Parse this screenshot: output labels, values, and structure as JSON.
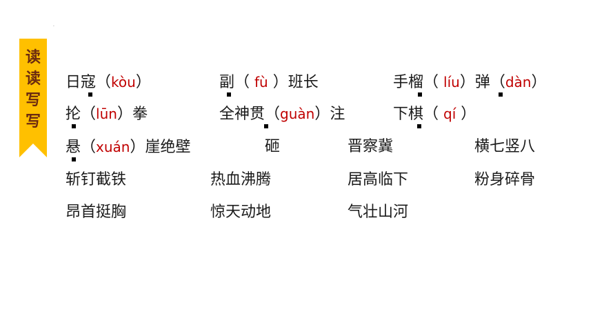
{
  "banner": {
    "chars": [
      "读",
      "读",
      "写",
      "写"
    ],
    "color": "#ffc000"
  },
  "mark": ".",
  "row1": {
    "w1": {
      "word": "日寇",
      "pinyin": "kòu"
    },
    "w2": {
      "pre": "副",
      "pinyin": "fù",
      "post": "班长"
    },
    "w3": {
      "pre": "手榴",
      "pinyin": "líu",
      "post": "弹"
    },
    "w4": {
      "pinyin": "dàn"
    }
  },
  "row2": {
    "w1": {
      "pre": "抡",
      "pinyin": "lūn",
      "post": "拳"
    },
    "w2": {
      "pre": "全神贯",
      "pinyin": "guàn",
      "post": "注"
    },
    "w3": {
      "pre": "下棋",
      "pinyin": "qí"
    }
  },
  "row3": {
    "w1": {
      "pre": "悬",
      "pinyin": "xuán",
      "post": "崖绝壁"
    },
    "w2": "砸",
    "w3": "晋察冀",
    "w4": "横七竖八"
  },
  "row4": [
    "斩钉截铁",
    "热血沸腾",
    "居高临下",
    "粉身碎骨"
  ],
  "row5": [
    "昂首挺胸",
    "惊天动地",
    "气壮山河"
  ],
  "colors": {
    "pinyin": "#c00000",
    "text": "#1a1a1a"
  }
}
